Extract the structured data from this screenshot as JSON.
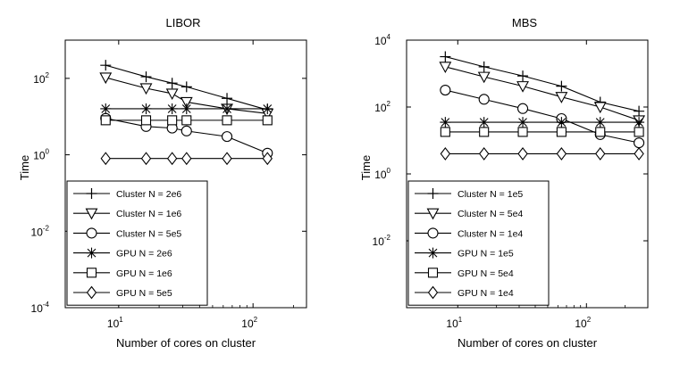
{
  "chart_data": [
    {
      "type": "line",
      "title": "LIBOR",
      "xlabel": "Number of cores on cluster",
      "ylabel": "Time",
      "xscale": "log",
      "yscale": "log",
      "xlim": [
        4,
        250
      ],
      "ylim": [
        0.0001,
        1000
      ],
      "xticks": [
        {
          "base": "10",
          "exp": "1",
          "value": 10
        },
        {
          "base": "10",
          "exp": "2",
          "value": 100
        }
      ],
      "yticks": [
        {
          "base": "10",
          "exp": "-4",
          "value": 0.0001
        },
        {
          "base": "10",
          "exp": "-2",
          "value": 0.01
        },
        {
          "base": "10",
          "exp": "0",
          "value": 1
        },
        {
          "base": "10",
          "exp": "2",
          "value": 100
        }
      ],
      "grid": false,
      "legend_position": "bottom-left",
      "series": [
        {
          "name": "Cluster N = 2e6",
          "marker": "plus",
          "x": [
            8,
            16,
            25,
            32,
            64,
            128
          ],
          "y": [
            220,
            110,
            75,
            60,
            30,
            15
          ]
        },
        {
          "name": "Cluster N = 1e6",
          "marker": "triangle-down",
          "x": [
            8,
            16,
            25,
            32,
            64,
            128
          ],
          "y": [
            105,
            55,
            40,
            24,
            16,
            12
          ]
        },
        {
          "name": "Cluster N = 5e5",
          "marker": "circle",
          "x": [
            8,
            16,
            25,
            32,
            64,
            128
          ],
          "y": [
            9,
            5.5,
            5,
            4.2,
            3,
            1.1
          ]
        },
        {
          "name": "GPU N = 2e6",
          "marker": "asterisk",
          "x": [
            8,
            16,
            25,
            32,
            64,
            128
          ],
          "y": [
            16,
            16,
            16,
            16,
            16,
            16
          ]
        },
        {
          "name": "GPU N = 1e6",
          "marker": "square",
          "x": [
            8,
            16,
            25,
            32,
            64,
            128
          ],
          "y": [
            8,
            8,
            8,
            8,
            8,
            8
          ]
        },
        {
          "name": "GPU N = 5e5",
          "marker": "diamond",
          "x": [
            8,
            16,
            25,
            32,
            64,
            128
          ],
          "y": [
            0.8,
            0.8,
            0.8,
            0.8,
            0.8,
            0.8
          ]
        }
      ]
    },
    {
      "type": "line",
      "title": "MBS",
      "xlabel": "Number of cores on cluster",
      "ylabel": "Time",
      "xscale": "log",
      "yscale": "log",
      "xlim": [
        4,
        300
      ],
      "ylim": [
        0.0001,
        10000
      ],
      "xticks": [
        {
          "base": "10",
          "exp": "1",
          "value": 10
        },
        {
          "base": "10",
          "exp": "2",
          "value": 100
        }
      ],
      "yticks": [
        {
          "base": "10",
          "exp": "-2",
          "value": 0.01
        },
        {
          "base": "10",
          "exp": "0",
          "value": 1
        },
        {
          "base": "10",
          "exp": "2",
          "value": 100
        },
        {
          "base": "10",
          "exp": "4",
          "value": 10000
        }
      ],
      "grid": false,
      "legend_position": "bottom-left",
      "series": [
        {
          "name": "Cluster N = 1e5",
          "marker": "plus",
          "x": [
            8,
            16,
            32,
            64,
            128,
            256
          ],
          "y": [
            3200,
            1600,
            850,
            420,
            140,
            75
          ]
        },
        {
          "name": "Cluster N = 5e4",
          "marker": "triangle-down",
          "x": [
            8,
            16,
            32,
            64,
            128,
            256
          ],
          "y": [
            1600,
            800,
            420,
            200,
            100,
            40
          ]
        },
        {
          "name": "Cluster N = 1e4",
          "marker": "circle",
          "x": [
            8,
            16,
            32,
            64,
            128,
            256
          ],
          "y": [
            320,
            170,
            90,
            45,
            15,
            8.5
          ]
        },
        {
          "name": "GPU N = 1e5",
          "marker": "asterisk",
          "x": [
            8,
            16,
            32,
            64,
            128,
            256
          ],
          "y": [
            35,
            35,
            35,
            35,
            35,
            35
          ]
        },
        {
          "name": "GPU N = 5e4",
          "marker": "square",
          "x": [
            8,
            16,
            32,
            64,
            128,
            256
          ],
          "y": [
            18,
            18,
            18,
            18,
            18,
            18
          ]
        },
        {
          "name": "GPU N = 1e4",
          "marker": "diamond",
          "x": [
            8,
            16,
            32,
            64,
            128,
            256
          ],
          "y": [
            4,
            4,
            4,
            4,
            4,
            4
          ]
        }
      ]
    }
  ]
}
